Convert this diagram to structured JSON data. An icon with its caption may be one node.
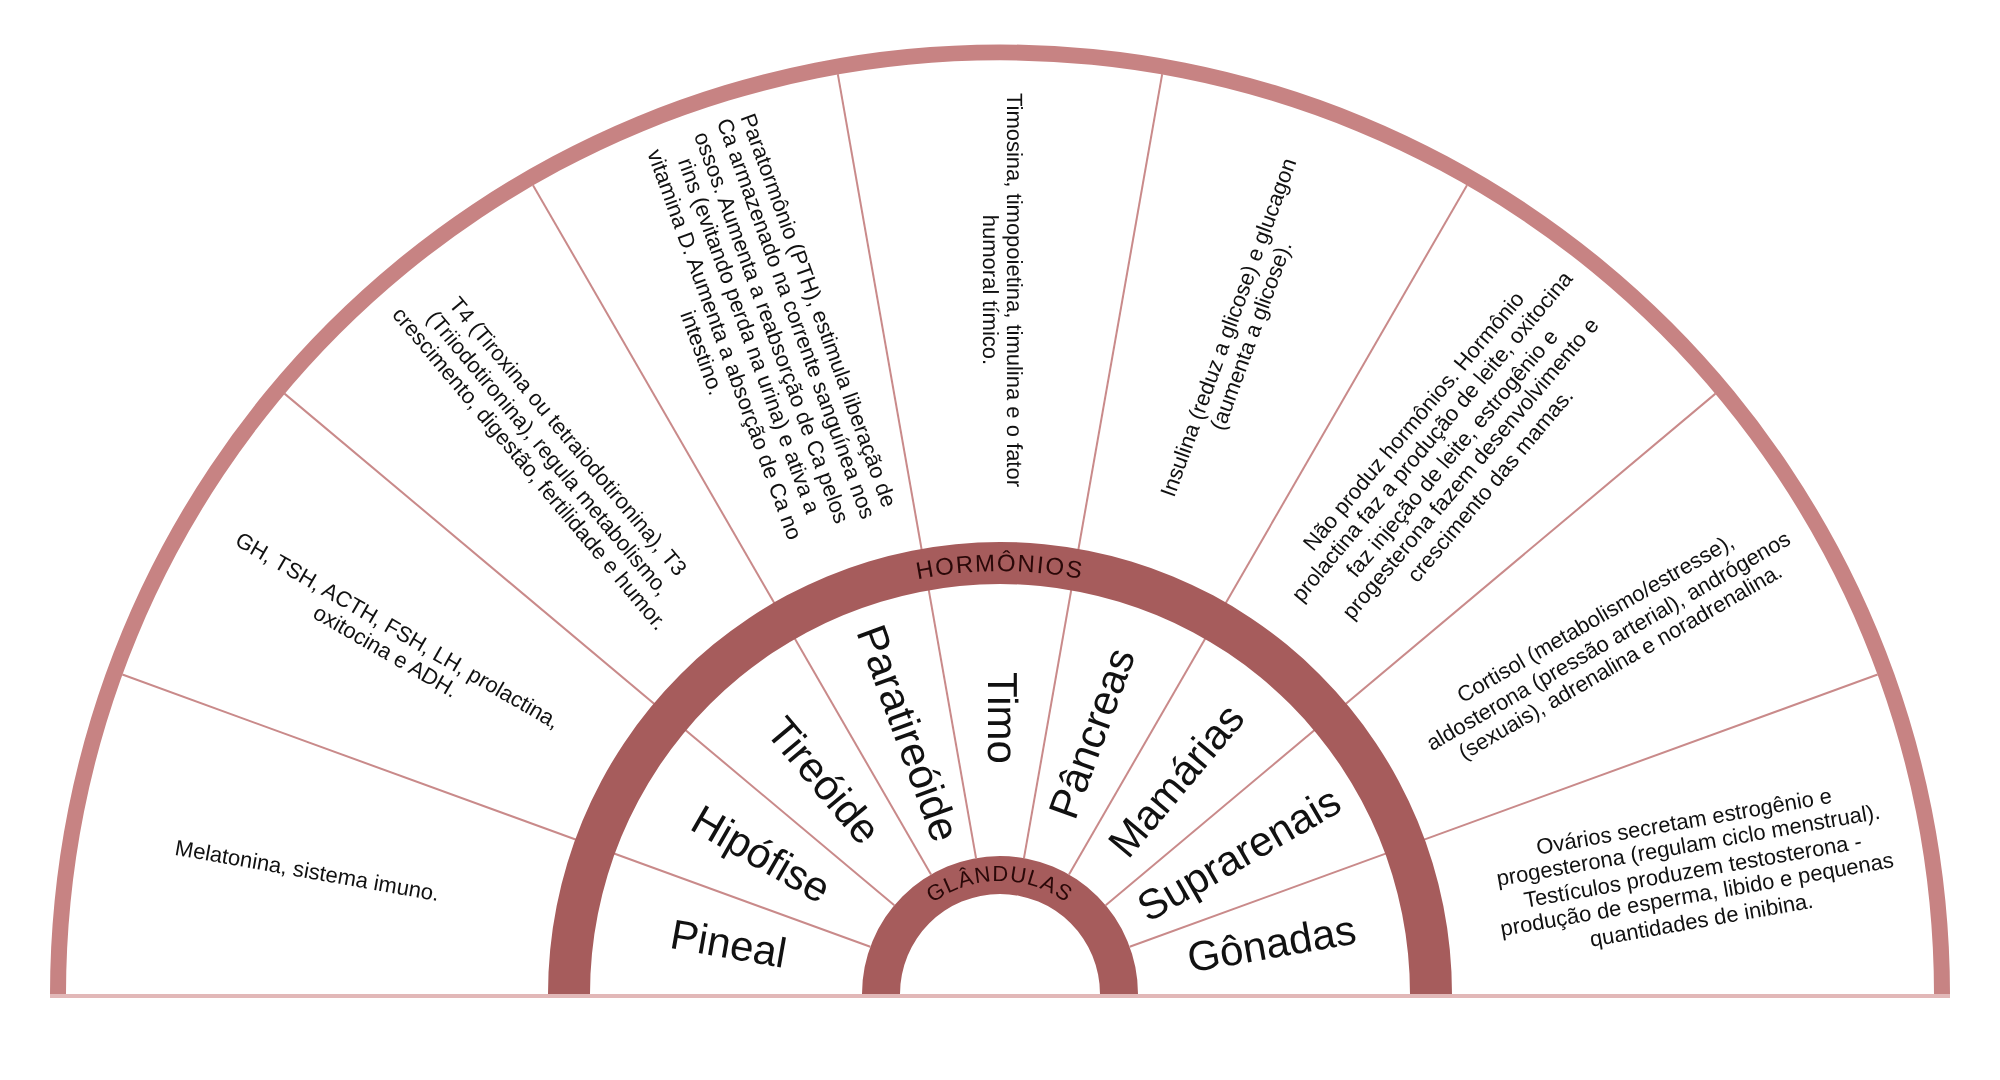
{
  "diagram": {
    "nodes": [
      {
        "text": [
          "GLÂNDULAS"
        ]
      },
      {
        "text": [
          "HORMÔNIOS"
        ]
      },
      {
        "text": [
          "Pineal"
        ]
      },
      {
        "text": [
          "Hipófise"
        ]
      },
      {
        "text": [
          "Tireóide"
        ]
      },
      {
        "text": [
          "Paratireóide"
        ]
      },
      {
        "text": [
          "Timo"
        ]
      },
      {
        "text": [
          "Pâncreas"
        ]
      },
      {
        "text": [
          "Mamárias"
        ]
      },
      {
        "text": [
          "Suprarenais"
        ]
      },
      {
        "text": [
          "Gônadas"
        ]
      },
      {
        "text": [
          "Melatonina, sistema imuno."
        ]
      },
      {
        "text": [
          "GH, TSH, ACTH, FSH, LH, prolactina, oxitocina e ADH."
        ]
      },
      {
        "text": [
          "T4 (Tiroxina ou tetraiodotironina), T3 (Triiodotironina), regula metabolismo, crescimento, digestão, fertilidade e humor."
        ]
      },
      {
        "text": [
          "Paratormônio (PTH), estimula liberação de Ca armazenado na corrente sanguínea nos ossos. Aumenta a reabsorção de Ca pelos rins (evitando perda na urina) e ativa a vitamina D. Aumenta a absorção de Ca no intestino."
        ]
      },
      {
        "text": [
          "Timosina, timopoietina, timulina e o fator humoral tímico."
        ]
      },
      {
        "text": [
          "Insulina (reduz a glicose) e glucagon (aumenta a glicose)."
        ]
      },
      {
        "text": [
          "Não produz hormônios. Hormônio prolactina faz a produção de leite, oxitocina faz injeção de leite, estrogênio e progesterona fazem desenvolvimento e crescimento das mamas."
        ]
      },
      {
        "text": [
          "Cortisol (metabolismo/estresse), aldosterona (pressão arterial), andrógenos (sexuais), adrenalina e noradrenalina."
        ]
      },
      {
        "text": [
          "Ovários secretam estrogênio e progesterona (regulam ciclo menstrual). Testículos produzem testosterona - produção de esperma, libido e pequenas quantidades de inibina."
        ]
      }
    ]
  }
}
